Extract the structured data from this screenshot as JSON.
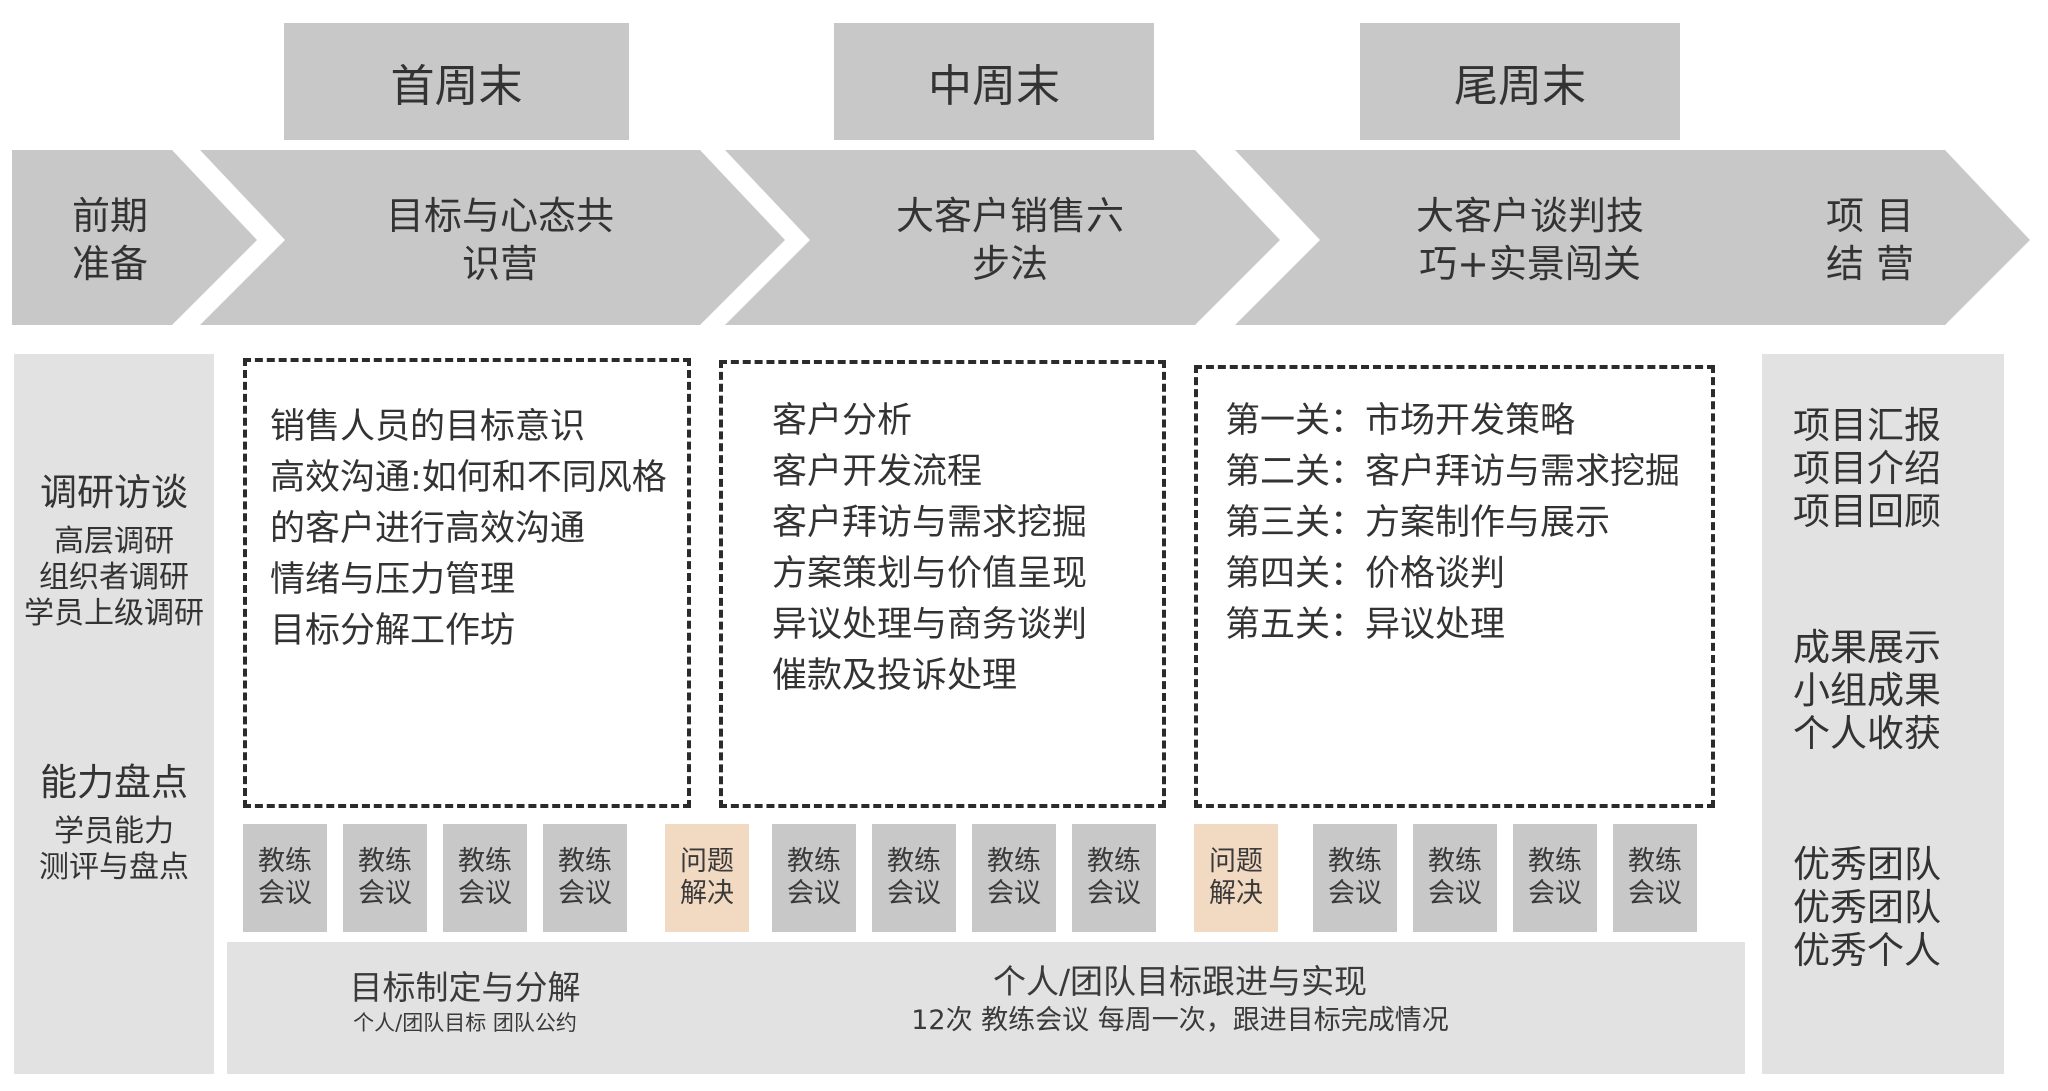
{
  "weekends": [
    "首周末",
    "中周末",
    "尾周末"
  ],
  "phases": [
    {
      "lines": [
        "前期",
        "准备"
      ]
    },
    {
      "lines": [
        "目标与心态共",
        "识营"
      ]
    },
    {
      "lines": [
        "大客户销售六",
        "步法"
      ]
    },
    {
      "lines": [
        "大客户谈判技",
        "巧+实景闯关"
      ]
    },
    {
      "lines": [
        "项 目",
        "结 营"
      ]
    }
  ],
  "left_panel": {
    "group1": {
      "title": "调研访谈",
      "items": [
        "高层调研",
        "组织者调研",
        "学员上级调研"
      ]
    },
    "group2": {
      "title": "能力盘点",
      "items": [
        "学员能力",
        "测评与盘点"
      ]
    }
  },
  "boxes": [
    {
      "items": [
        "销售人员的目标意识",
        "高效沟通:如何和不同风格",
        "的客户进行高效沟通",
        "情绪与压力管理",
        "目标分解工作坊"
      ]
    },
    {
      "items": [
        "客户分析",
        "客户开发流程",
        "客户拜访与需求挖掘",
        "方案策划与价值呈现",
        "异议处理与商务谈判",
        "催款及投诉处理"
      ]
    },
    {
      "items": [
        "第一关：市场开发策略",
        "第二关：客户拜访与需求挖掘",
        "第三关：方案制作与展示",
        "第四关：价格谈判",
        "第五关：异议处理"
      ]
    }
  ],
  "chips": [
    {
      "lines": [
        "教练",
        "会议"
      ],
      "kind": "coach"
    },
    {
      "lines": [
        "教练",
        "会议"
      ],
      "kind": "coach"
    },
    {
      "lines": [
        "教练",
        "会议"
      ],
      "kind": "coach"
    },
    {
      "lines": [
        "教练",
        "会议"
      ],
      "kind": "coach"
    },
    {
      "lines": [
        "问题",
        "解决"
      ],
      "kind": "problem"
    },
    {
      "lines": [
        "教练",
        "会议"
      ],
      "kind": "coach"
    },
    {
      "lines": [
        "教练",
        "会议"
      ],
      "kind": "coach"
    },
    {
      "lines": [
        "教练",
        "会议"
      ],
      "kind": "coach"
    },
    {
      "lines": [
        "教练",
        "会议"
      ],
      "kind": "coach"
    },
    {
      "lines": [
        "问题",
        "解决"
      ],
      "kind": "problem"
    },
    {
      "lines": [
        "教练",
        "会议"
      ],
      "kind": "coach"
    },
    {
      "lines": [
        "教练",
        "会议"
      ],
      "kind": "coach"
    },
    {
      "lines": [
        "教练",
        "会议"
      ],
      "kind": "coach"
    },
    {
      "lines": [
        "教练",
        "会议"
      ],
      "kind": "coach"
    }
  ],
  "bottom": {
    "left_title": "目标制定与分解",
    "left_sub": "个人/团队目标  团队公约",
    "right_title": "个人/团队目标跟进与实现",
    "right_sub": "12次 教练会议 每周一次，跟进目标完成情况"
  },
  "right_panel": [
    [
      "项目汇报",
      "项目介绍",
      "项目回顾"
    ],
    [
      "成果展示",
      "小组成果",
      "个人收获"
    ],
    [
      "优秀团队",
      "优秀团队",
      "优秀个人"
    ]
  ],
  "colors": {
    "box_gray": "#c8c8c8",
    "panel_gray": "#e2e2e2",
    "problem_peach": "#f2d9c1"
  }
}
